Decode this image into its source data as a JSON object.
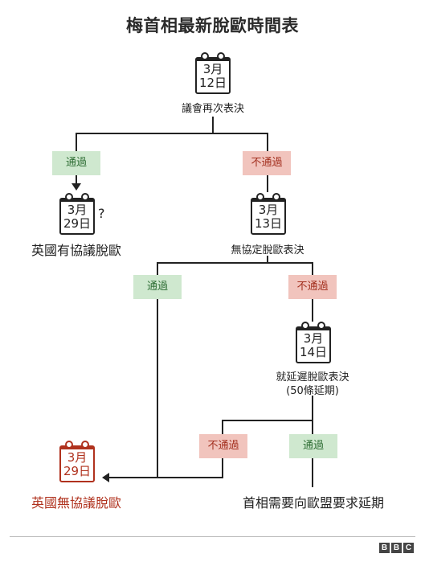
{
  "title": "梅首相最新脫歐時間表",
  "calendars": {
    "mar12": {
      "line1": "3月",
      "line2": "12日"
    },
    "mar29_deal": {
      "line1": "3月",
      "line2": "29日"
    },
    "mar13": {
      "line1": "3月",
      "line2": "13日"
    },
    "mar14": {
      "line1": "3月",
      "line2": "14日"
    },
    "mar29_nodeal": {
      "line1": "3月",
      "line2": "29日"
    }
  },
  "nodes": {
    "vote_again": "議會再次表決",
    "deal_brexit": "英國有協議脫歐",
    "question_mark": "?",
    "no_deal_vote": "無協定脫歐表決",
    "delay_vote_line1": "就延遲脫歐表決",
    "delay_vote_line2": "(50條延期)",
    "no_deal_brexit": "英國無協議脫歐",
    "ask_eu_extension": "首相需要向歐盟要求延期"
  },
  "badges": {
    "pass": "通過",
    "fail": "不通過"
  },
  "colors": {
    "pass_bg": "#cfe8cf",
    "pass_text": "#2f6e35",
    "fail_bg": "#f1c4bd",
    "fail_text": "#a3301f",
    "no_deal_red": "#b0321e"
  },
  "footer": {
    "logo": [
      "B",
      "B",
      "C"
    ]
  }
}
